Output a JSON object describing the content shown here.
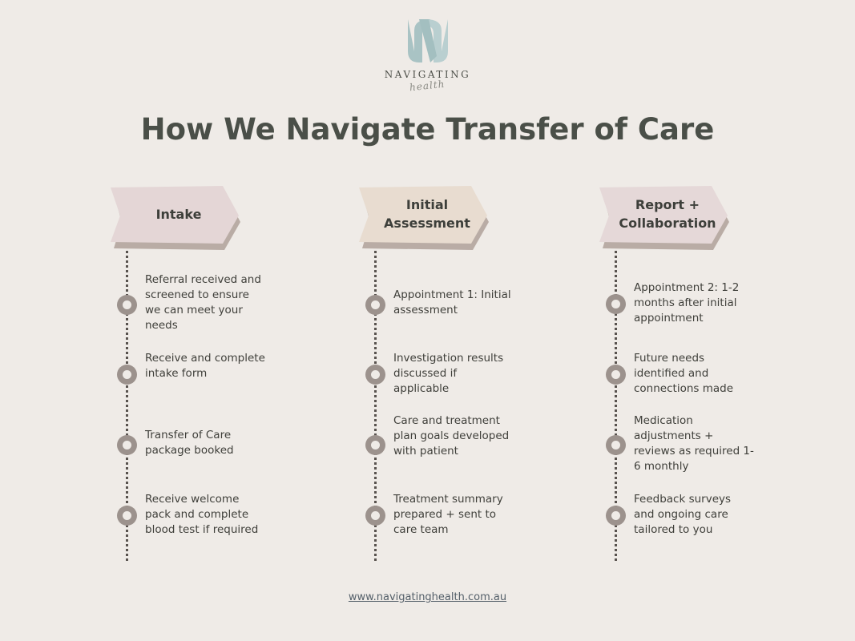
{
  "brand": {
    "name_top": "NAVIGATING",
    "name_bottom": "health"
  },
  "title": "How We Navigate Transfer of Care",
  "columns": [
    {
      "heading": "Intake",
      "steps": [
        "Referral received and screened to ensure we can meet your needs",
        "Receive and complete intake form",
        "Transfer of Care package booked",
        "Receive welcome pack and complete blood test if required"
      ]
    },
    {
      "heading": "Initial Assessment",
      "steps": [
        "Appointment 1: Initial assessment",
        "Investigation results discussed if applicable",
        "Care and treatment plan goals developed with patient",
        "Treatment summary prepared + sent to care team"
      ]
    },
    {
      "heading": "Report + Collaboration",
      "steps": [
        "Appointment 2: 1-2 months after initial appointment",
        "Future needs identified and connections made",
        "Medication adjustments + reviews as required 1-6 monthly",
        "Feedback surveys and ongoing care tailored to you"
      ]
    }
  ],
  "footer": {
    "url": "www.navigatinghealth.com.au"
  },
  "colors": {
    "background": "#efebe7",
    "title": "#4a4f48",
    "logo": "#a9c3c4",
    "banner_1": "#e4d6d6",
    "banner_2": "#e8dcd0",
    "banner_3": "#e5d8d8",
    "banner_shadow": "#b9aca5",
    "marker": "#9c928d",
    "timeline": "#58524e"
  }
}
